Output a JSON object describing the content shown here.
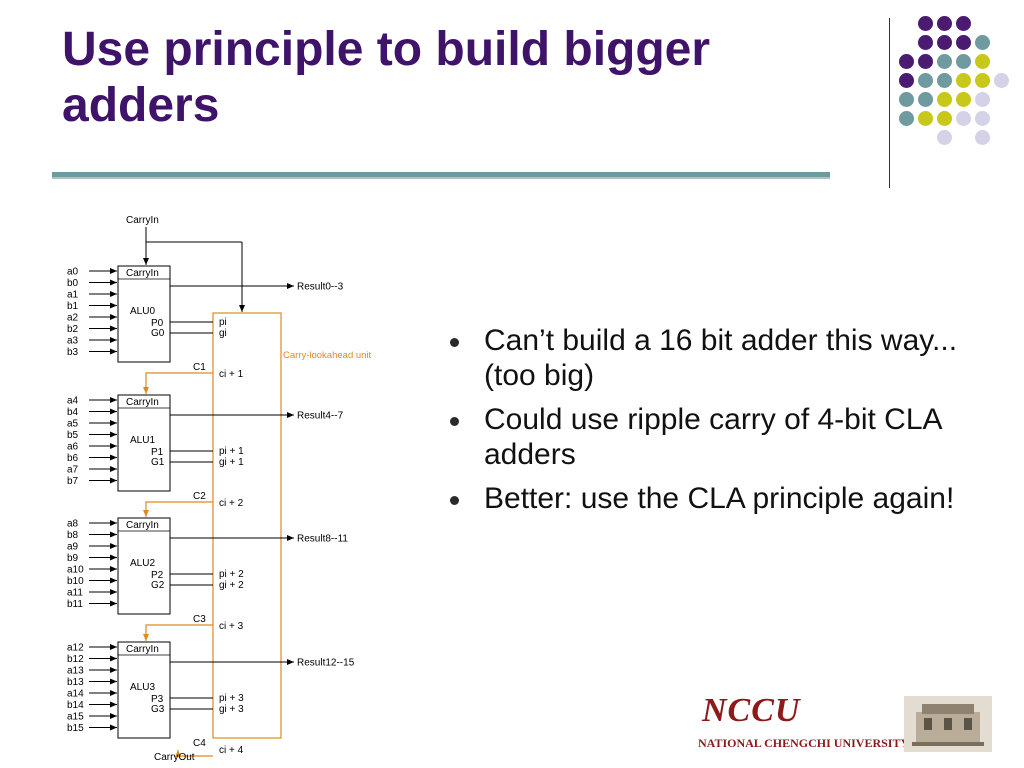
{
  "slide": {
    "title": "Use principle to build bigger adders",
    "bullets": [
      "Can’t build a 16 bit adder this way... (too big)",
      "Could use ripple carry of 4-bit CLA adders",
      "Better:  use the CLA principle again!"
    ]
  },
  "colors": {
    "title": "#3e1369",
    "purple": "#4b1b72",
    "teal": "#6f9aa0",
    "lime": "#c8c81a",
    "lavender": "#d4d2e6",
    "carry_line": "#e08a1e"
  },
  "diagram": {
    "carry_in_top": "CarryIn",
    "carry_out": "CarryOut",
    "lookahead_label": "Carry-lookahead unit",
    "alus": [
      {
        "name": "ALU0",
        "carry_in": "CarryIn",
        "p": "P0",
        "g": "G0",
        "inputs": [
          "a0",
          "b0",
          "a1",
          "b1",
          "a2",
          "b2",
          "a3",
          "b3"
        ],
        "result": "Result0--3",
        "pi": "pi",
        "gi": "gi",
        "carry": "C1",
        "ci": "ci + 1"
      },
      {
        "name": "ALU1",
        "carry_in": "CarryIn",
        "p": "P1",
        "g": "G1",
        "inputs": [
          "a4",
          "b4",
          "a5",
          "b5",
          "a6",
          "b6",
          "a7",
          "b7"
        ],
        "result": "Result4--7",
        "pi": "pi + 1",
        "gi": "gi + 1",
        "carry": "C2",
        "ci": "ci + 2"
      },
      {
        "name": "ALU2",
        "carry_in": "CarryIn",
        "p": "P2",
        "g": "G2",
        "inputs": [
          "a8",
          "b8",
          "a9",
          "b9",
          "a10",
          "b10",
          "a11",
          "b11"
        ],
        "result": "Result8--11",
        "pi": "pi + 2",
        "gi": "gi + 2",
        "carry": "C3",
        "ci": "ci + 3"
      },
      {
        "name": "ALU3",
        "carry_in": "CarryIn",
        "p": "P3",
        "g": "G3",
        "inputs": [
          "a12",
          "b12",
          "a13",
          "b13",
          "a14",
          "b14",
          "a15",
          "b15"
        ],
        "result": "Result12--15",
        "pi": "pi + 3",
        "gi": "gi + 3",
        "carry": "C4",
        "ci": "ci + 4"
      }
    ]
  },
  "logo": {
    "script": "NCCU",
    "university": "NATIONAL CHENGCHI UNIVERSITY"
  }
}
